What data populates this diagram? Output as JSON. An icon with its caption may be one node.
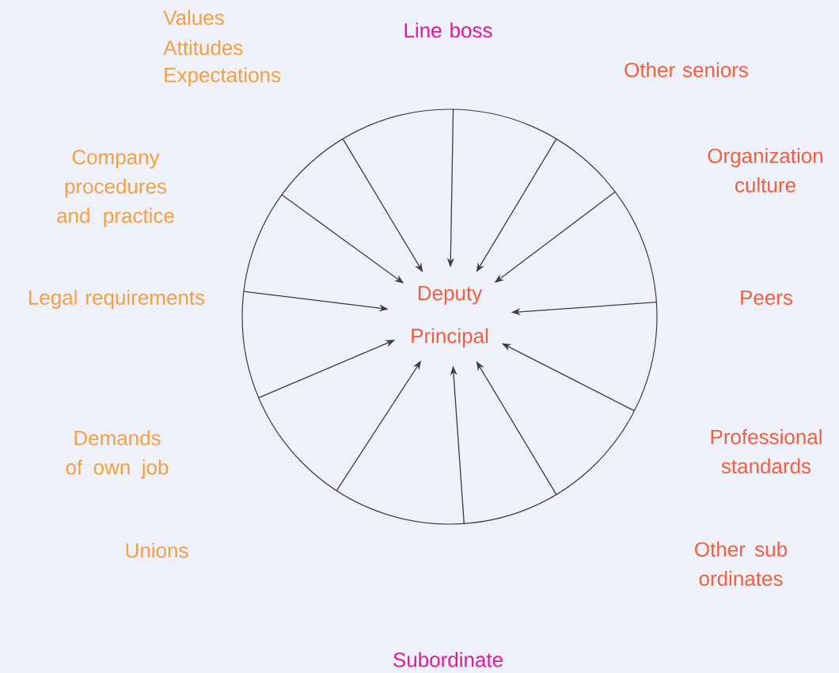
{
  "diagram": {
    "nodes": [
      {
        "text": [],
        "shape": "circle"
      },
      {
        "text": [
          "Deputy Principal"
        ],
        "in": 0
      }
    ],
    "edges": [
      {
        "from": null,
        "to": 1,
        "arrow": "to"
      },
      {
        "from": null,
        "to": 1,
        "arrow": "to"
      },
      {
        "from": null,
        "to": 1,
        "arrow": "to"
      },
      {
        "from": null,
        "to": 1,
        "arrow": "to"
      },
      {
        "from": null,
        "to": 1,
        "arrow": "to"
      },
      {
        "from": null,
        "to": 1,
        "arrow": "to"
      },
      {
        "from": null,
        "to": 1,
        "arrow": "to"
      },
      {
        "from": null,
        "to": 1,
        "arrow": "to"
      },
      {
        "from": null,
        "to": 1,
        "arrow": "to"
      },
      {
        "from": null,
        "to": 1,
        "arrow": "to"
      },
      {
        "from": null,
        "to": 1,
        "arrow": "to"
      },
      {
        "from": null,
        "to": 1,
        "arrow": "to"
      }
    ],
    "labels": [
      "Values",
      "Attitudes",
      "Expectations",
      "Line boss",
      "Other seniors",
      "Company procedures and practice",
      "Organization culture",
      "Legal requirements",
      "Peers",
      "Demands of own job",
      "Professional standards",
      "Unions",
      "Other sub ordinates",
      "Subordinate"
    ]
  }
}
